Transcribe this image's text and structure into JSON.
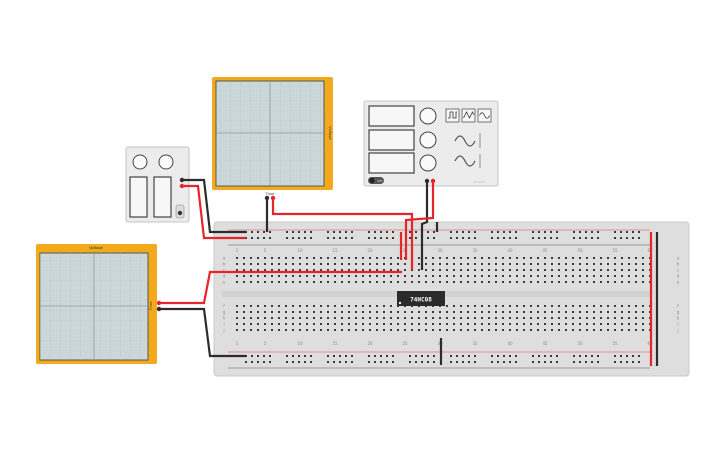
{
  "scope_top": {
    "label": "Time"
  },
  "scope_top_side": {
    "label": "Voltage"
  },
  "scope_left": {
    "label": "Time",
    "top_label": "Voltage"
  },
  "chip": {
    "label": "74HC08"
  },
  "breadboard": {
    "col_numbers": [
      "1",
      "5",
      "10",
      "15",
      "20",
      "25",
      "30",
      "35",
      "40",
      "45",
      "50",
      "55",
      "60"
    ],
    "row_letters_top": [
      "a",
      "b",
      "c",
      "d",
      "e"
    ],
    "row_letters_bottom": [
      "f",
      "g",
      "h",
      "i",
      "j"
    ]
  },
  "func_gen": {
    "toggle_label": "OFF"
  },
  "colors": {
    "frame": "#f2a91c",
    "screen": "#ccd7d9",
    "wire_red": "#e8242b",
    "wire_black": "#2c2c2c",
    "panel": "#ececec",
    "chip": "#2b2b2b"
  }
}
